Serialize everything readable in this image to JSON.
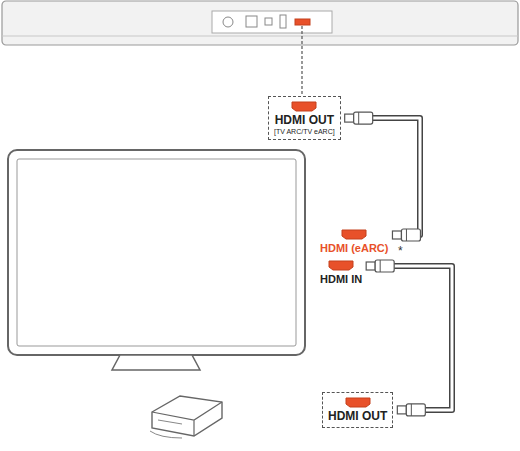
{
  "diagram": {
    "nodes": [
      {
        "text": [
          "HDMI OUT",
          "[TV ARC/TV eARC]"
        ]
      },
      {
        "text": [
          "HDMI (eARC)"
        ]
      },
      {
        "text": [
          "HDMI IN"
        ]
      },
      {
        "text": [
          "HDMI OUT"
        ]
      }
    ],
    "edges": [
      {
        "from": 0,
        "to": 1,
        "arrow": "none"
      },
      {
        "from": 2,
        "to": 3,
        "arrow": "none"
      }
    ],
    "labels": [
      "*"
    ]
  }
}
